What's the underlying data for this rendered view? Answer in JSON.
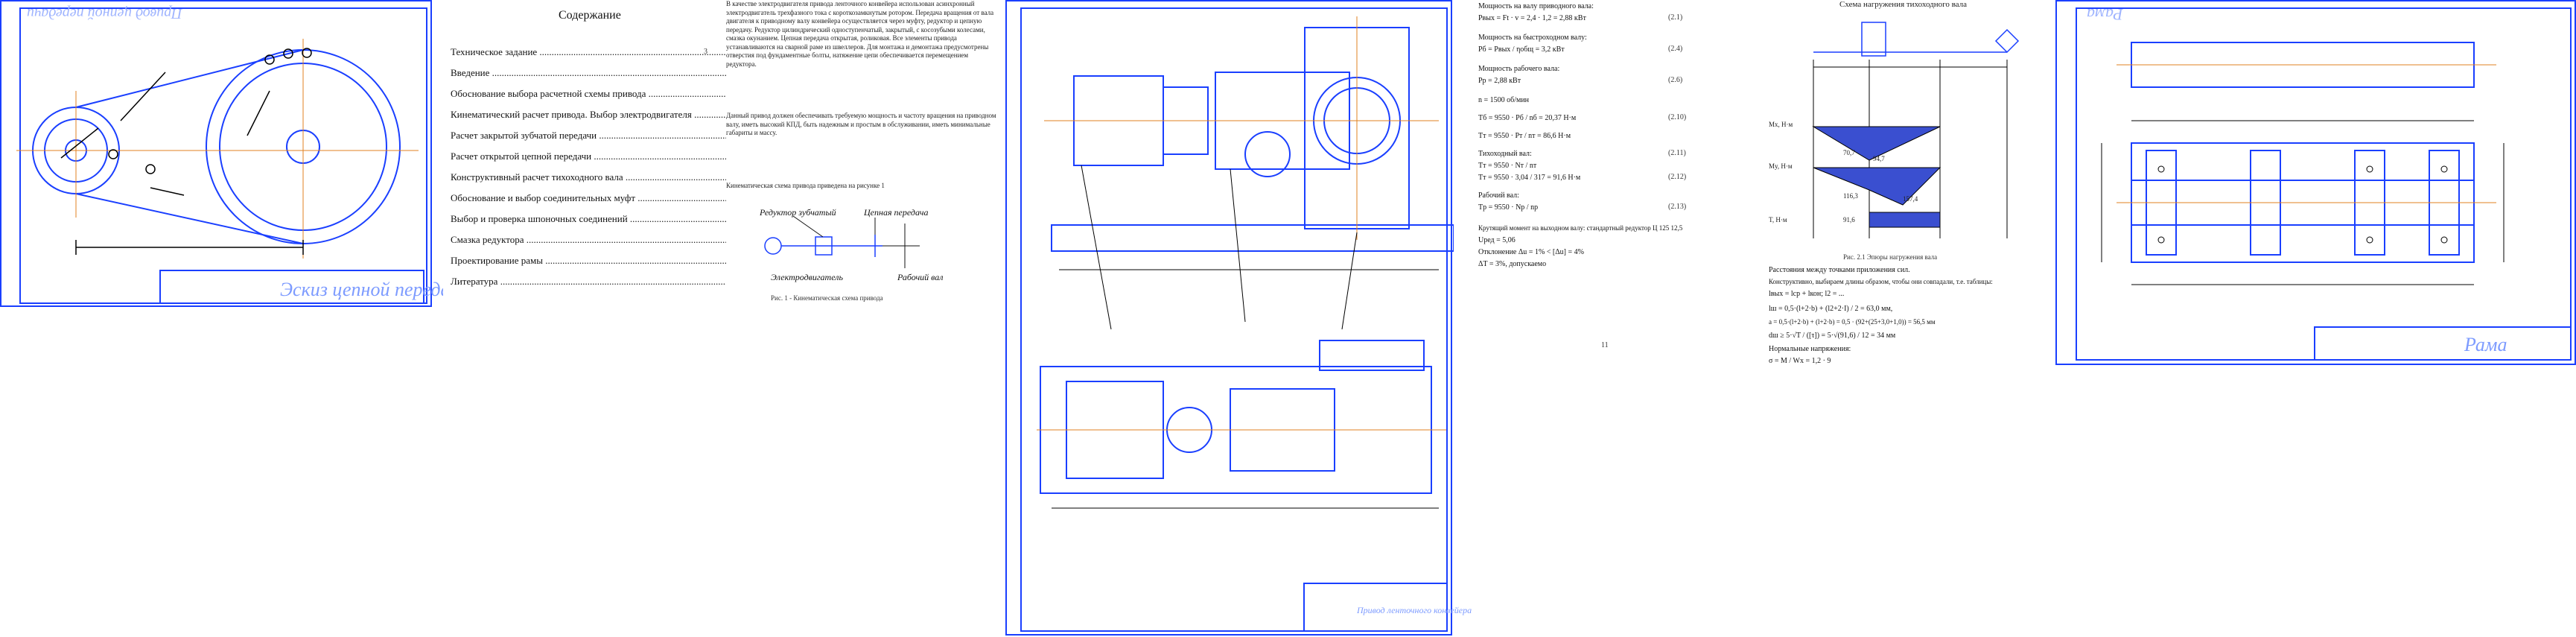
{
  "sheet1": {
    "stamp_top": "Привод цепной передачи",
    "title_block_text": "Эскиз цепной передачи"
  },
  "toc": {
    "title": "Содержание",
    "items": [
      "Техническое задание",
      "Введение",
      "Обоснование выбора расчетной схемы привода",
      "Кинематический расчет привода. Выбор электродвигателя",
      "Расчет закрытой зубчатой передачи",
      "Расчет открытой цепной передачи",
      "Конструктивный расчет тихоходного вала",
      "Обоснование и выбор соединительных муфт",
      "Выбор и проверка шпоночных соединений",
      "Смазка редуктора",
      "Проектирование рамы",
      "Литература"
    ],
    "first_page": "3"
  },
  "intro": {
    "para1": "В качестве электродвигателя привода ленточного конвейера использован асинхронный электродвигатель трехфазного тока с короткозамкнутым ротором. Передача вращения от вала двигателя к приводному валу конвейера осуществляется через муфту, редуктор и цепную передачу. Редуктор цилиндрический одноступенчатый, закрытый, с косозубыми колесами, смазка окунанием. Цепная передача открытая, роликовая. Все элементы привода устанавливаются на сварной раме из швеллеров. Для монтажа и демонтажа предусмотрены отверстия под фундаментные болты, натяжение цепи обеспечивается перемещением редуктора.",
    "para2": "Данный привод должен обеспечивать требуемую мощность и частоту вращения на приводном валу, иметь высокий КПД, быть надежным и простым в обслуживании, иметь минимальные габариты и массу.",
    "heading": "Кинематическая схема привода приведена на рисунке 1",
    "label_motor_reducer": "Редуктор зубчатый",
    "label_chain": "Цепная передача",
    "label_motor": "Электродвигатель",
    "label_shaft": "Рабочий вал",
    "figure_caption": "Рис. 1 - Кинематическая схема привода"
  },
  "calc": {
    "lines": [
      "Мощность на валу приводного вала:",
      "Pвых = Ft · v = 2,4 · 1,2 = 2,88 кВт",
      "Мощность на быстроходном валу:",
      "Pб = Pвых / ηобщ = 3,2 кВт",
      "Мощность рабочего вала:",
      "Pр = 2,88 кВт",
      "n = 1500 об/мин",
      "Tб = 9550 · Pб / nб = 20,37 Н·м",
      "Tт = 9550 · Pт / nт = 86,6 Н·м",
      "Тихоходный вал:",
      "Tт = 9550 · Nт / nт",
      "Tт = 9550 · 3,04 / 317 = 91,6 Н·м",
      "Рабочий вал:",
      "Tр = 9550 · Nр / nр",
      "Крутящий момент на выходном валу: стандартный редуктор Ц 125 12,5",
      "Uред = 5,06",
      "Отклонение Δu = 1% < [Δu] = 4%",
      "ΔT = 3%, допускаемо"
    ],
    "eq_numbers": [
      "(2.1)",
      "(2.4)",
      "(2.6)",
      "(2.10)",
      "(2.11)",
      "(2.12)",
      "(2.13)"
    ],
    "page_number": "11"
  },
  "shaft": {
    "title": "Схема нагружения тихоходного вала",
    "labels": [
      "Mx, Н·м",
      "My, Н·м",
      "T, Н·м"
    ],
    "values": [
      "70,7",
      "94,7",
      "116,3",
      "157,4",
      "91,6"
    ],
    "figure_caption": "Рис. 2.1 Эпюры нагружения вала",
    "text_lines": [
      "Расстояния между точками приложения сил.",
      "Конструктивно, выбираем длины образом, чтобы они совпадали, т.е. таблицы:",
      "lвых = lср + lкон; l2 = ...",
      "lш = 0,5·(l+2·b) + (l2+2·I) / 2 = 63,0 мм,",
      "a = 0,5·(l+2·b) + (l+2·b) = 0,5 · (92+(25+3,0+1,0)) = 56,5 мм",
      "dш ≥ 5·√T / ([τ]) = 5·√(91,6) / 12 = 34 мм",
      "Нормальные напряжения:",
      "σ = M / Wx = 1,2 · 9"
    ]
  },
  "frame_sheet": {
    "stamp_top": "Рама",
    "title_block_text": "Рама"
  },
  "assembly_sheet": {
    "title_block_text": "Привод ленточного конвейера"
  }
}
